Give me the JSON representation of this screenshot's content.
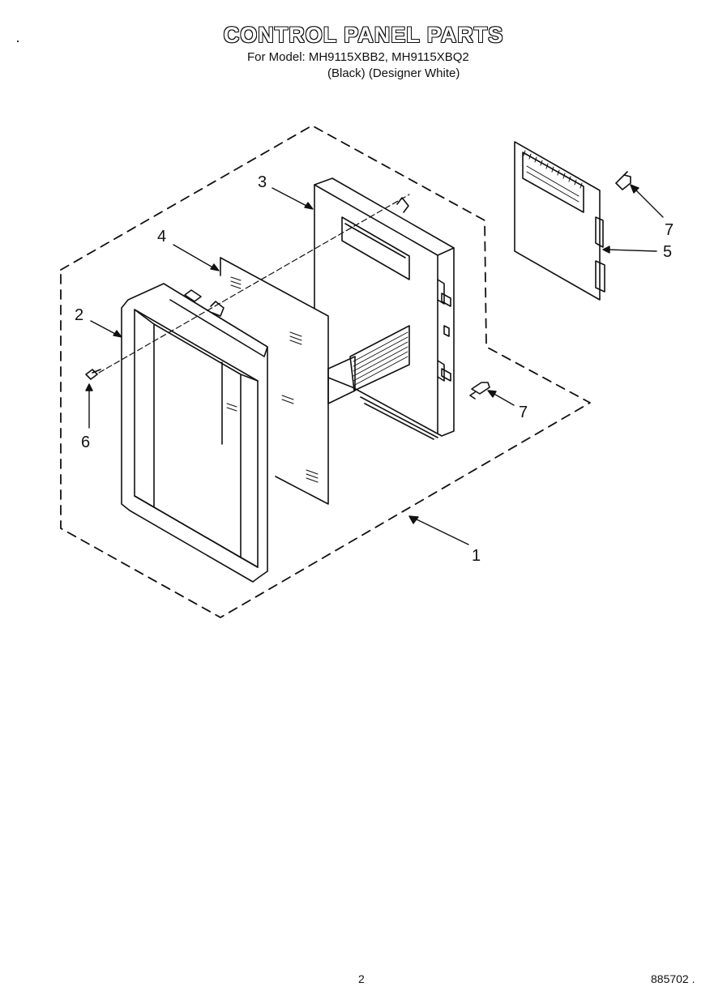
{
  "header": {
    "title": "CONTROL PANEL PARTS",
    "model_line": "For Model: MH9115XBB2, MH9115XBQ2",
    "color_line": "(Black) (Designer White)"
  },
  "diagram": {
    "callouts": [
      "1",
      "2",
      "3",
      "4",
      "5",
      "6",
      "7",
      "7"
    ]
  },
  "footer": {
    "page_number": "2",
    "doc_code": "885702 ."
  }
}
